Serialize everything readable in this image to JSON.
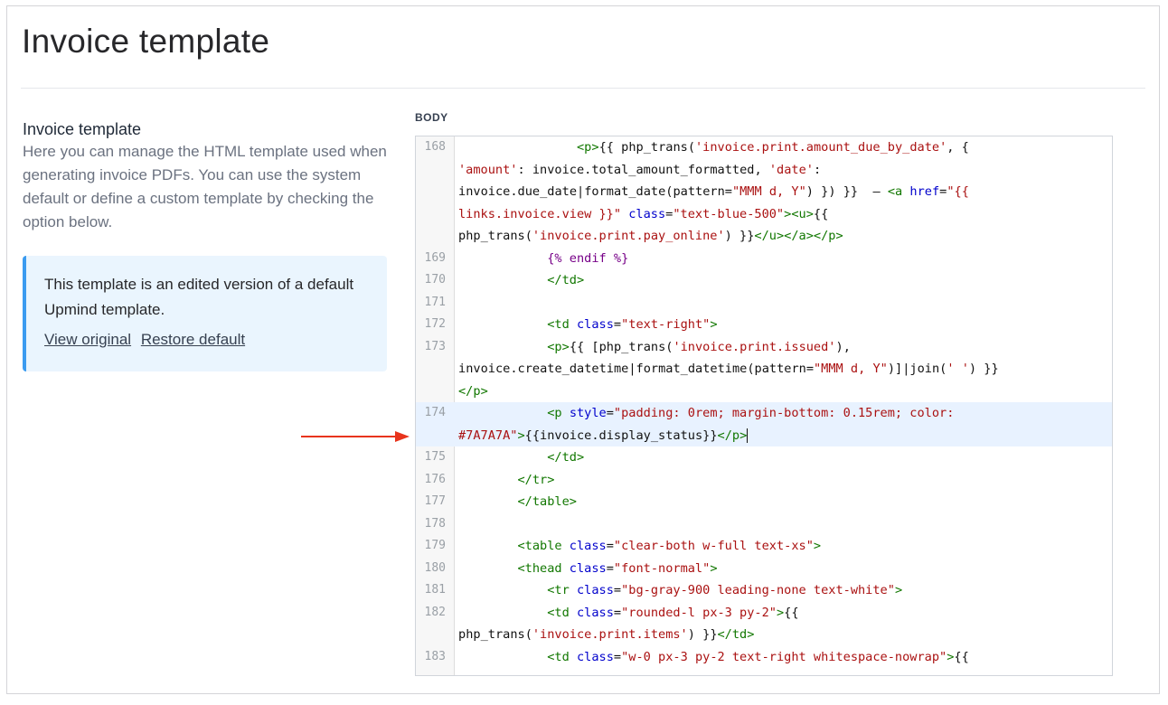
{
  "page": {
    "title": "Invoice template"
  },
  "section": {
    "title": "Invoice template",
    "description": "Here you can manage the HTML template used when generating invoice PDFs. You can use the system default or define a custom template by checking the option below."
  },
  "notice": {
    "text": "This template is an edited version of a default Upmind template.",
    "view_original": "View original",
    "restore_default": "Restore default",
    "accent_color": "#3b9bf0",
    "background_color": "#eaf5fe"
  },
  "annotation": {
    "arrow_color": "#e8341c"
  },
  "editor": {
    "label": "BODY",
    "active_line": 174,
    "syntax_colors": {
      "tag": "#117700",
      "attribute": "#0000cc",
      "string": "#aa1111",
      "twig": "#770088",
      "text": "#111111"
    },
    "lines": [
      {
        "number": "168",
        "text": "                <p>{{ php_trans('invoice.print.amount_due_by_date', {\n'amount': invoice.total_amount_formatted, 'date':\ninvoice.due_date|format_date(pattern=\"MMM d, Y\") }) }}  – <a href=\"{{\nlinks.invoice.view }}\" class=\"text-blue-500\"><u>{{\nphp_trans('invoice.print.pay_online') }}</u></a></p>"
      },
      {
        "number": "169",
        "text": "            {% endif %}"
      },
      {
        "number": "170",
        "text": "            </td>"
      },
      {
        "number": "171",
        "text": ""
      },
      {
        "number": "172",
        "text": "            <td class=\"text-right\">"
      },
      {
        "number": "173",
        "text": "            <p>{{ [php_trans('invoice.print.issued'),\ninvoice.create_datetime|format_datetime(pattern=\"MMM d, Y\")]|join(' ') }}\n</p>"
      },
      {
        "number": "174",
        "text": "            <p style=\"padding: 0rem; margin-bottom: 0.15rem; color:\n#7A7A7A\">{{invoice.display_status}}</p>"
      },
      {
        "number": "175",
        "text": "            </td>"
      },
      {
        "number": "176",
        "text": "        </tr>"
      },
      {
        "number": "177",
        "text": "        </table>"
      },
      {
        "number": "178",
        "text": ""
      },
      {
        "number": "179",
        "text": "        <table class=\"clear-both w-full text-xs\">"
      },
      {
        "number": "180",
        "text": "        <thead class=\"font-normal\">"
      },
      {
        "number": "181",
        "text": "            <tr class=\"bg-gray-900 leading-none text-white\">"
      },
      {
        "number": "182",
        "text": "            <td class=\"rounded-l px-3 py-2\">{{\nphp_trans('invoice.print.items') }}</td>"
      },
      {
        "number": "183",
        "text": "            <td class=\"w-0 px-3 py-2 text-right whitespace-nowrap\">{{"
      }
    ]
  }
}
